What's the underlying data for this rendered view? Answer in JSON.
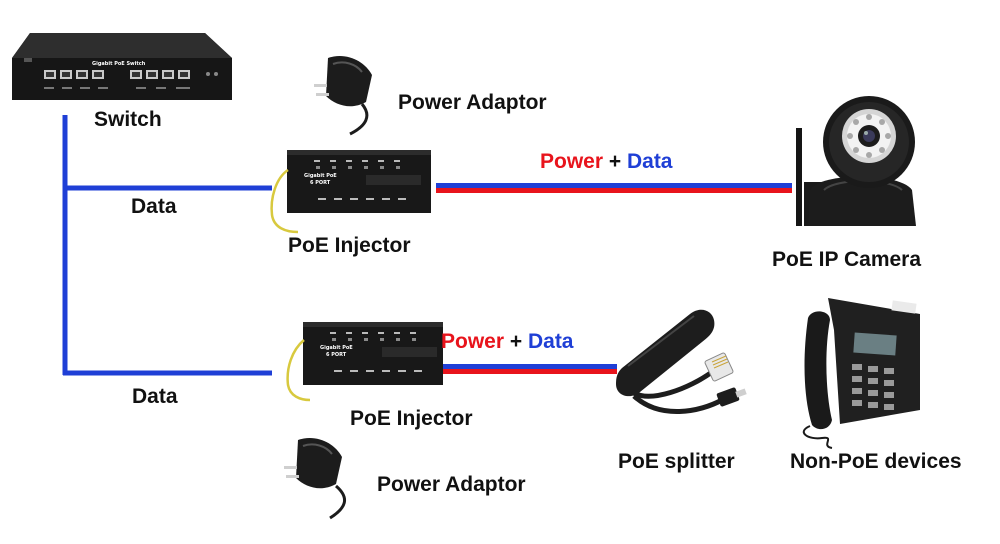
{
  "labels": {
    "switch": "Switch",
    "data_top": "Data",
    "data_bottom": "Data",
    "power_adaptor_top": "Power Adaptor",
    "power_adaptor_bottom": "Power Adaptor",
    "injector_top": "PoE Injector",
    "injector_bottom": "PoE Injector",
    "camera": "PoE IP Camera",
    "splitter": "PoE splitter",
    "non_poe": "Non-PoE devices"
  },
  "links": {
    "top": {
      "power": "Power",
      "plus": " + ",
      "data": "Data"
    },
    "bottom": {
      "power": "Power",
      "plus": " + ",
      "data": "Data"
    }
  },
  "device_text": {
    "switch_brand": "Gigabit PoE Switch",
    "injector_brand_1": "Gigabit PoE",
    "injector_brand_2": "6 PORT"
  },
  "colors": {
    "power": "#e8141c",
    "data": "#1f3fd6",
    "device_body": "#1b1b1b"
  },
  "icons": [
    "switch-icon",
    "power-adaptor-icon",
    "poe-injector-icon",
    "ip-camera-icon",
    "poe-splitter-icon",
    "desk-phone-icon"
  ]
}
